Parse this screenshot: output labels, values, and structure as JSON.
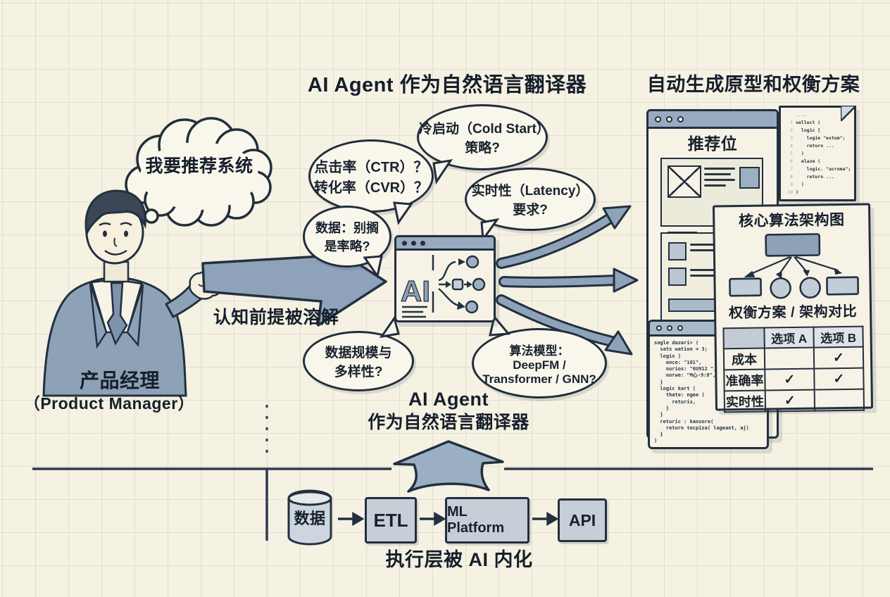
{
  "titles": {
    "translator_top": "AI Agent 作为自然语言翻译器",
    "auto_generate": "自动生成原型和权衡方案",
    "cognitive_label": "认知前提被溶解",
    "agent_line1": "AI Agent",
    "agent_line2": "作为自然语言翻译器",
    "execution_label": "执行层被 AI 内化"
  },
  "person": {
    "thought": "我要推荐系统",
    "role_cn": "产品经理",
    "role_en": "（Product Manager）"
  },
  "bubbles": {
    "ctr": {
      "line1": "点击率（CTR）？",
      "line2": "转化率（CVR）？"
    },
    "cold_start": {
      "line1": "冷启动（Cold Start）",
      "line2": "策略?"
    },
    "latency": {
      "line1": "实时性（Latency）",
      "line2": "要求?"
    },
    "data": {
      "line1": "数据：别搁",
      "line2": "是率略?"
    },
    "scale": {
      "line1": "数据规模与",
      "line2": "多样性?"
    },
    "model": {
      "line1": "算法模型：",
      "line2": "DeepFM /",
      "line3": "Transformer / GNN?"
    }
  },
  "ai_window": {
    "label": "AI"
  },
  "prototype_window": {
    "title": "推荐位"
  },
  "code_paper": {
    "header": "....",
    "rows": [
      {
        "n": "1",
        "t": "sellect ("
      },
      {
        "n": "2",
        "t": "  logic ["
      },
      {
        "n": "3",
        "t": "    logie \"estum\";"
      },
      {
        "n": "4",
        "t": "    return ..."
      },
      {
        "n": "5",
        "t": "  )"
      },
      {
        "n": "6",
        "t": "  elaze ("
      },
      {
        "n": "7",
        "t": "    logic. \"acroma\";"
      },
      {
        "n": "8",
        "t": "    return ..."
      },
      {
        "n": "9",
        "t": "  )"
      },
      {
        "n": "10",
        "t": ")"
      }
    ]
  },
  "arch_panel": {
    "title": "核心算法架构图",
    "subtitle": "权衡方案 / 架构对比",
    "table": {
      "col_a": "选项 A",
      "col_b": "选项 B",
      "rows": [
        {
          "label": "成本",
          "a": "",
          "b": "✓"
        },
        {
          "label": "准确率",
          "a": "✓",
          "b": "✓"
        },
        {
          "label": "实时性",
          "a": "✓",
          "b": ""
        }
      ]
    }
  },
  "code_window": {
    "lines": [
      "sogle dazari> (",
      "  sats wation = 3;",
      "  logis ]",
      "    ence: \"101\",",
      "    nurios: \"6U912 \",",
      "    norwe: \"M心-9:8\",",
      "  }",
      "  logic kart (",
      "    thate: ngee (",
      "      returis,",
      "    }",
      "  }",
      "  returic : kaosore(",
      "    return tecpiza( lageant, aj)",
      "  }",
      ")"
    ]
  },
  "pipeline": {
    "data_label": "数据",
    "etl_label": "ETL",
    "ml_label": "ML Platform",
    "api_label": "API"
  }
}
